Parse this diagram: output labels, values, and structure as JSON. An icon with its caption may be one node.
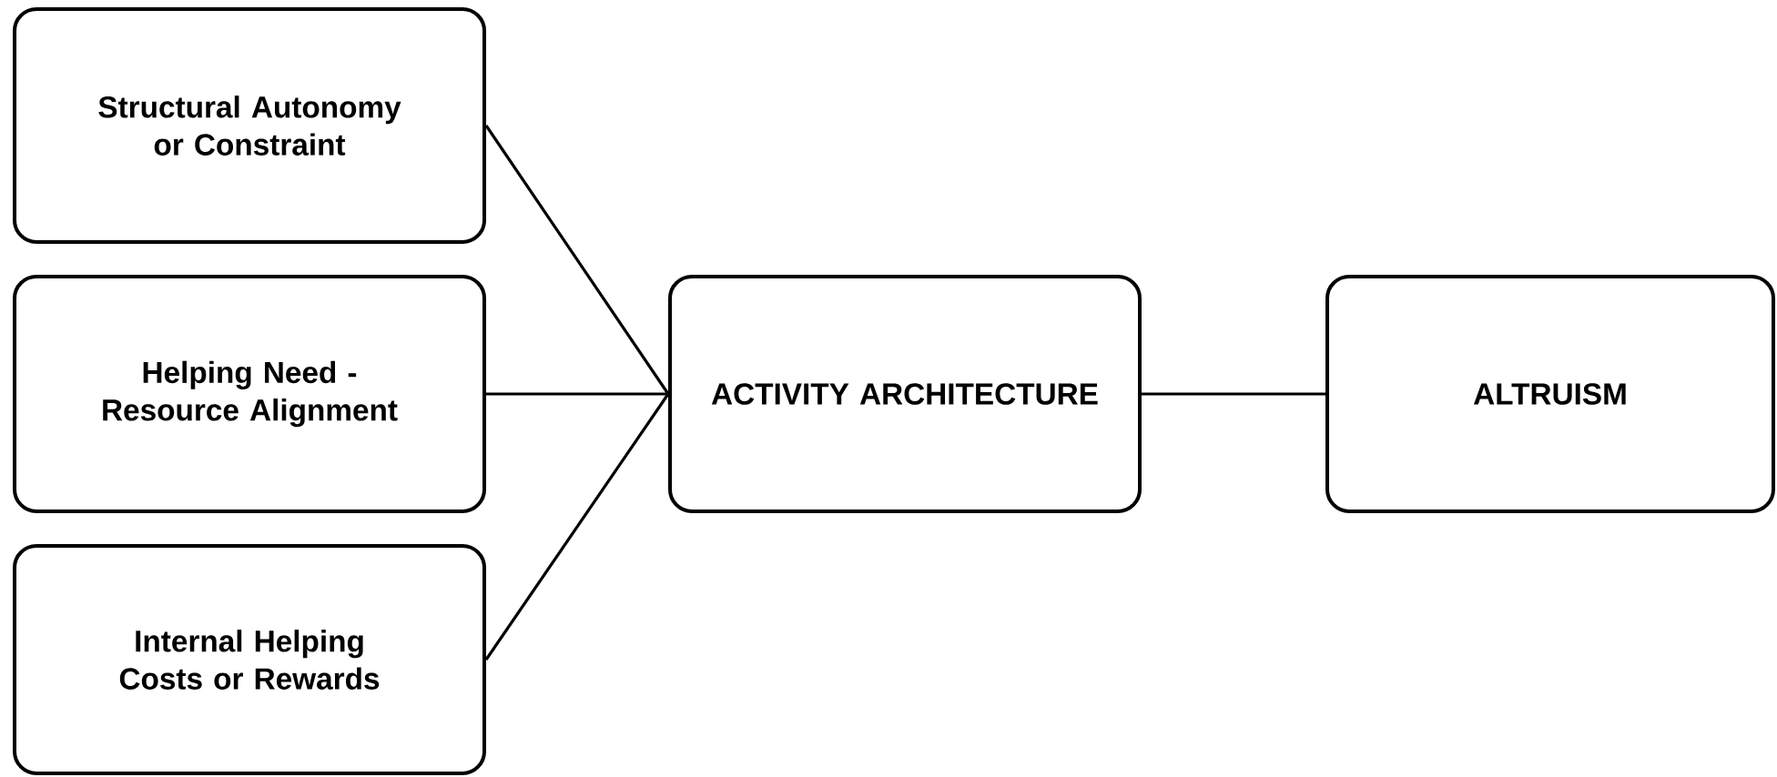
{
  "diagram": {
    "nodes": [
      {
        "text": [
          "Structural Autonomy or Constraint"
        ]
      },
      {
        "text": [
          "Helping Need - Resource Alignment"
        ]
      },
      {
        "text": [
          "Internal Helping Costs or Rewards"
        ]
      },
      {
        "text": [
          "ACTIVITY ARCHITECTURE"
        ]
      },
      {
        "text": [
          "ALTRUISM"
        ]
      }
    ],
    "edges": [
      {
        "from": 0,
        "to": 3,
        "arrow": "none"
      },
      {
        "from": 1,
        "to": 3,
        "arrow": "none"
      },
      {
        "from": 2,
        "to": 3,
        "arrow": "none"
      },
      {
        "from": 3,
        "to": 4,
        "arrow": "none"
      }
    ]
  }
}
